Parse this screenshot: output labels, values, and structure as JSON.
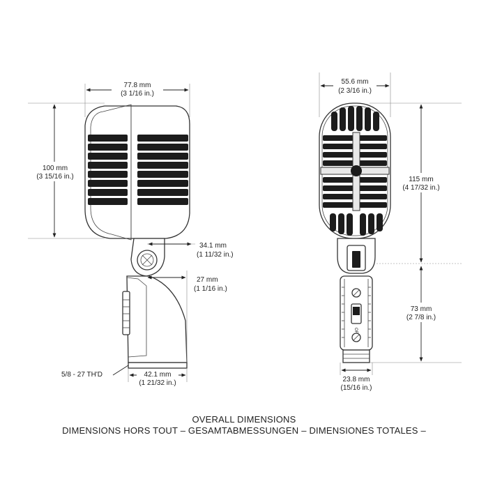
{
  "dimensions": {
    "side_width": {
      "mm": "77.8 mm",
      "in": "(3 1/16 in.)"
    },
    "side_height": {
      "mm": "100 mm",
      "in": "(3 15/16 in.)"
    },
    "pivot_depth": {
      "mm": "34.1 mm",
      "in": "(1 11/32 in.)"
    },
    "stand_width": {
      "mm": "27 mm",
      "in": "(1 1/16 in.)"
    },
    "base_width": {
      "mm": "42.1 mm",
      "in": "(1 21/32 in.)"
    },
    "thread": {
      "label": "5/8 - 27  TH'D"
    },
    "front_width": {
      "mm": "55.6 mm",
      "in": "(2 3/16 in.)"
    },
    "head_height": {
      "mm": "115 mm",
      "in": "(4 17/32 in.)"
    },
    "handle_height": {
      "mm": "73 mm",
      "in": "(2 7/8 in.)"
    },
    "connector_width": {
      "mm": "23.8 mm",
      "in": "(15/16 in.)"
    }
  },
  "switch_label": "OFF",
  "caption": {
    "line1": "OVERALL DIMENSIONS",
    "line2": "DIMENSIONS HORS TOUT – GESAMTABMESSUNGEN – DIMENSIONES TOTALES –"
  }
}
